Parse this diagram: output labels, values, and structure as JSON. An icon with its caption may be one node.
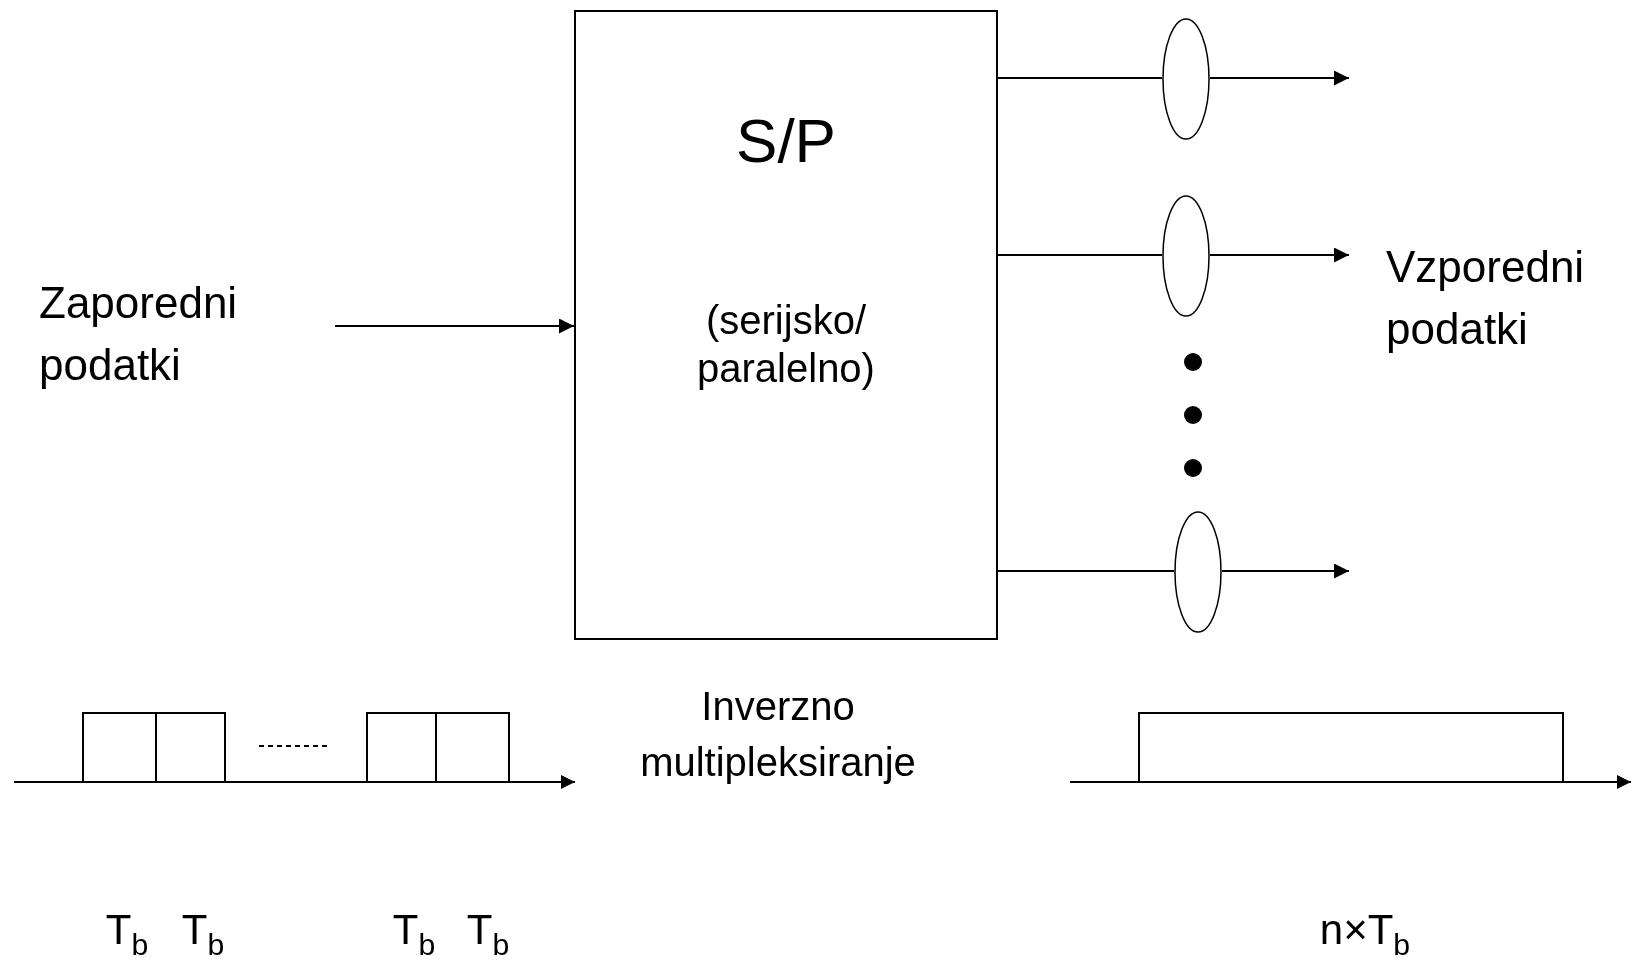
{
  "diagram": {
    "nodes": [
      {
        "text": [
          "Zaporedni podatki"
        ]
      },
      {
        "text": [
          "S/P",
          "(serijsko/ paralelno)"
        ]
      },
      {
        "text": [],
        "shape": "ellipse"
      },
      {
        "text": [],
        "shape": "ellipse"
      },
      {
        "text": [],
        "shape": "ellipse"
      }
    ],
    "edges": [
      {
        "from": 0,
        "to": 1,
        "arrow": "to"
      },
      {
        "from": 1,
        "to": 2,
        "arrow": "none"
      },
      {
        "from": 2,
        "to": null,
        "arrow": "to"
      },
      {
        "from": 1,
        "to": 3,
        "arrow": "none"
      },
      {
        "from": 3,
        "to": null,
        "arrow": "to"
      },
      {
        "from": 1,
        "to": 4,
        "arrow": "none"
      },
      {
        "from": 4,
        "to": null,
        "arrow": "to"
      }
    ],
    "labels": [
      "Vzporedni podatki",
      "Inverzno multipleksiranje",
      "T$_{b}$",
      "T$_{b}$",
      "T$_{b}$",
      "T$_{b}$",
      "n×T$_{b}$"
    ]
  }
}
